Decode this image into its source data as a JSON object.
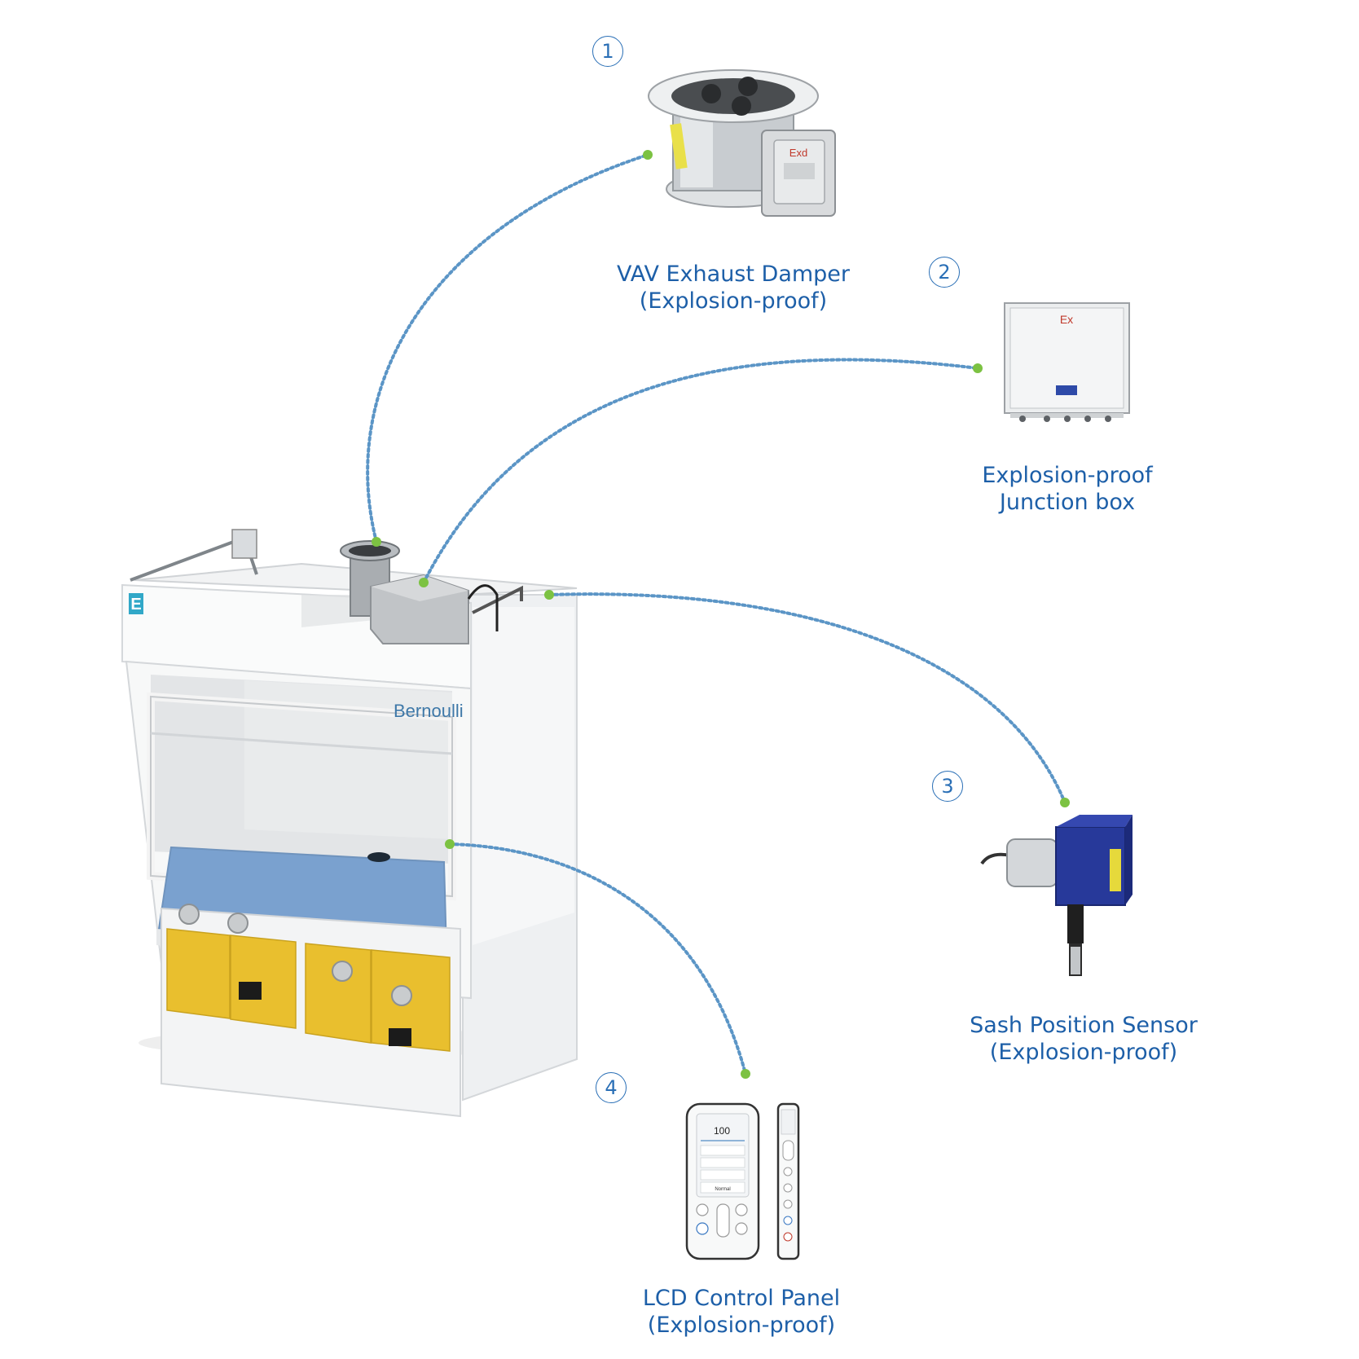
{
  "colors": {
    "connector": "#5b95c6",
    "endpoint": "#7cc242",
    "label": "#1d5fa8",
    "cabinet_yellow": "#e9bf2e",
    "work_surface": "#7aa1cf",
    "sensor_blue": "#27399a"
  },
  "product": {
    "brand": "Bernoulli",
    "logo_letter": "E"
  },
  "components": [
    {
      "number": "1",
      "name": "VAV Exhaust Damper",
      "qualifier": "(Explosion-proof)",
      "icon": "vav-damper-photo"
    },
    {
      "number": "2",
      "name": "Explosion-proof",
      "qualifier": "Junction box",
      "icon": "junction-box-photo",
      "badge": "Ex"
    },
    {
      "number": "3",
      "name": "Sash Position Sensor",
      "qualifier": "(Explosion-proof)",
      "icon": "sash-sensor-photo"
    },
    {
      "number": "4",
      "name": "LCD Control Panel",
      "qualifier": "(Explosion-proof)",
      "icon": "lcd-panel-photo"
    }
  ],
  "damper_badge": "Exd",
  "lcd_panel": {
    "flow_value": "100",
    "status": "Normal"
  }
}
